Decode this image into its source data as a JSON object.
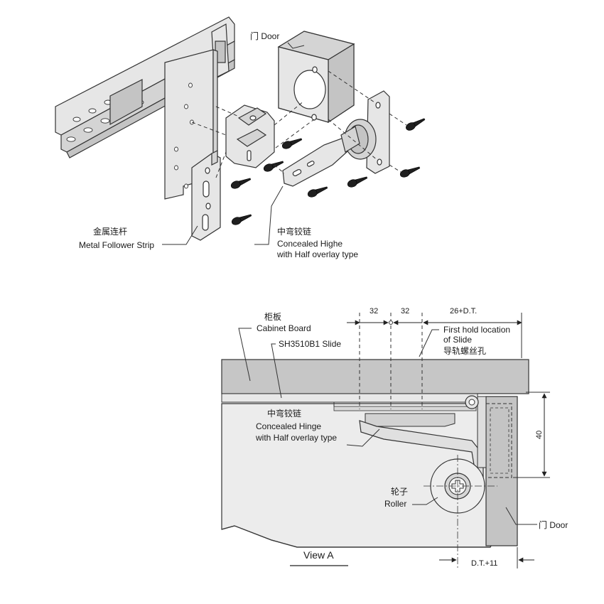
{
  "exploded_view": {
    "door_label": "门 Door",
    "strip_label_cn": "金属连杆",
    "strip_label_en": "Metal Follower Strip",
    "hinge_label_cn": "中弯铰链",
    "hinge_label_en_1": "Concealed Highe",
    "hinge_label_en_2": "with Half overlay type"
  },
  "view_a": {
    "dimensions": {
      "d1": "32",
      "d2": "32",
      "d3": "26+D.T.",
      "height": "40",
      "bottom": "D.T.+11"
    },
    "cabinet_cn": "柜板",
    "cabinet_en": "Cabinet Board",
    "slide_label": "SH3510B1 Slide",
    "first_hold_1": "First hold location",
    "first_hold_2": "of Slide",
    "first_hold_cn": "导轨螺丝孔",
    "hinge_cn": "中弯铰链",
    "hinge_en_1": "Concealed Hinge",
    "hinge_en_2": "with Half overlay type",
    "roller_cn": "轮子",
    "roller_en": "Roller",
    "door_label": "门 Door",
    "view_title": "View A"
  }
}
